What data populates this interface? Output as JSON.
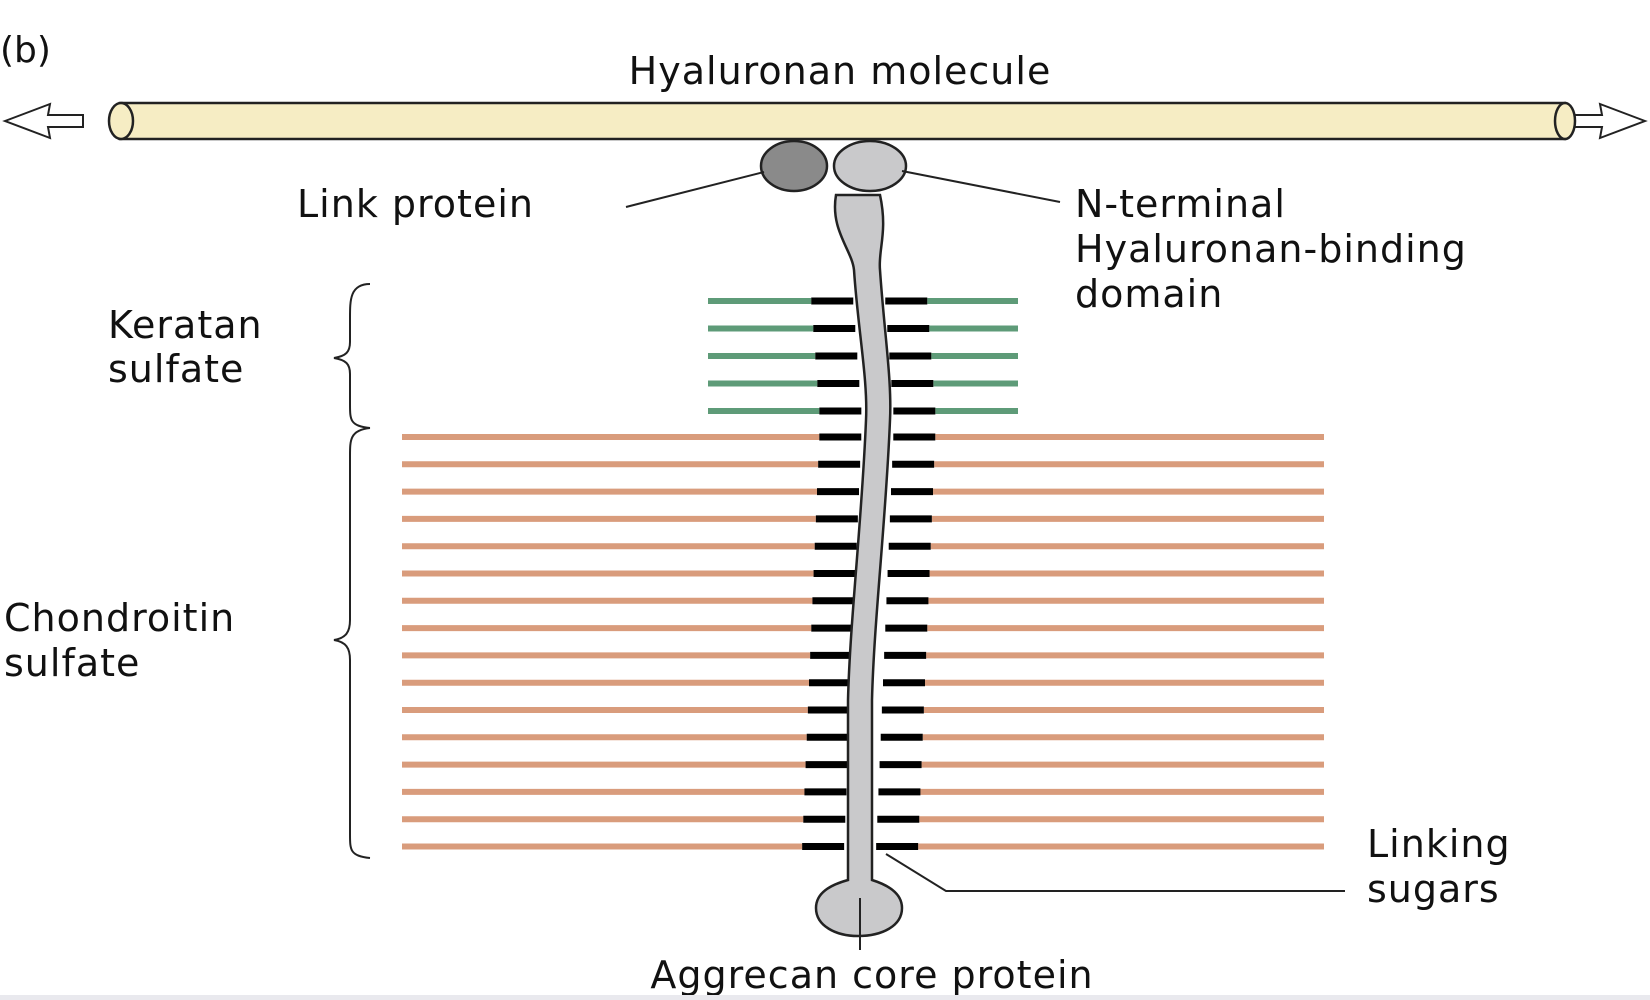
{
  "panel_label": "(b)",
  "labels": {
    "hyaluronan": "Hyaluronan molecule",
    "link_protein": "Link protein",
    "nterminal_1": "N-terminal",
    "nterminal_2": "Hyaluronan-binding",
    "nterminal_3": "domain",
    "keratan_1": "Keratan",
    "keratan_2": "sulfate",
    "chondroitin_1": "Chondroitin",
    "chondroitin_2": "sulfate",
    "linking_1": "Linking",
    "linking_2": "sugars",
    "core": "Aggrecan core protein"
  },
  "counts": {
    "keratan_sulfate_chains": 5,
    "chondroitin_sulfate_chains": 16
  },
  "colors": {
    "hyaluronan_fill": "#f6edc4",
    "link_protein_fill": "#8a8a8a",
    "core_protein_fill": "#c9c9cb",
    "keratan_sulfate": "#5e9b78",
    "chondroitin_sulfate": "#d99c7c",
    "linking_sugars": "#000000"
  }
}
